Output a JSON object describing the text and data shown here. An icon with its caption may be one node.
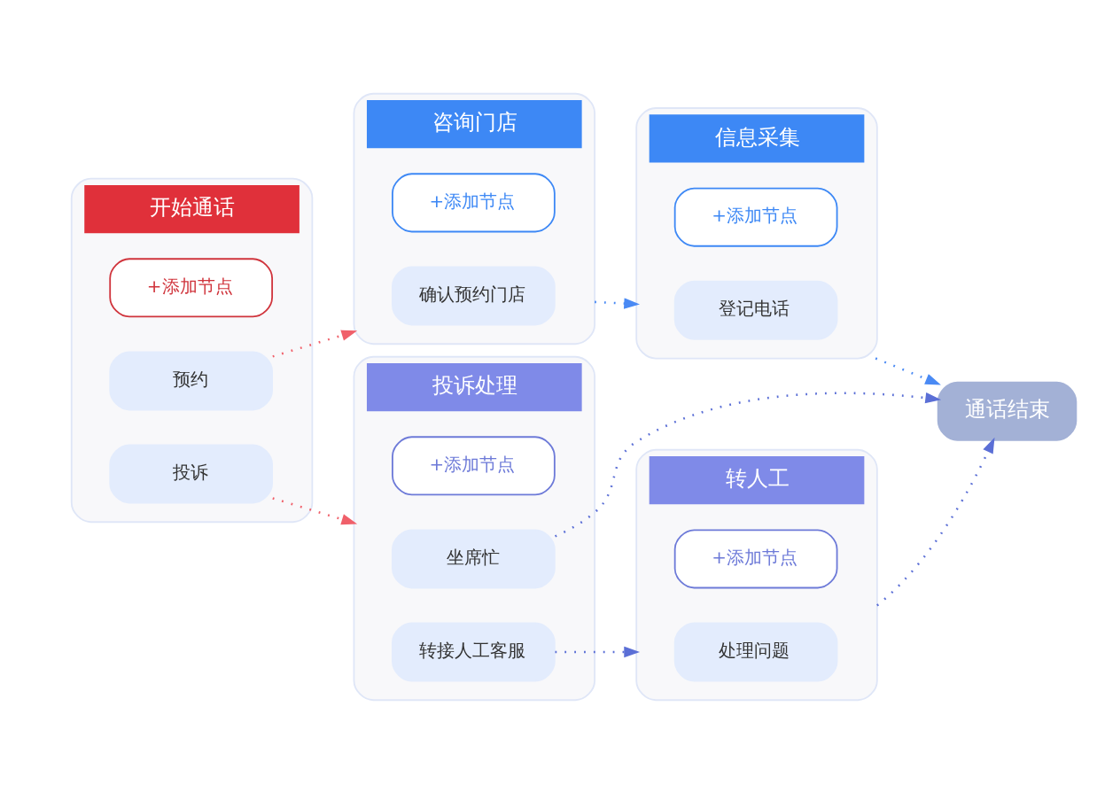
{
  "diagram": {
    "nodes": [
      {
        "text": [
          "开始通话"
        ]
      },
      {
        "text": [
          "预约"
        ],
        "in": 0
      },
      {
        "text": [
          "投诉"
        ],
        "in": 0
      },
      {
        "text": [
          "+添加节点"
        ],
        "in": 0
      },
      {
        "text": [
          "咨询门店"
        ]
      },
      {
        "text": [
          "确认预约门店"
        ],
        "in": 4
      },
      {
        "text": [
          "+添加节点"
        ],
        "in": 4
      },
      {
        "text": [
          "信息采集"
        ]
      },
      {
        "text": [
          "登记电话"
        ],
        "in": 7
      },
      {
        "text": [
          "+添加节点"
        ],
        "in": 7
      },
      {
        "text": [
          "投诉处理"
        ]
      },
      {
        "text": [
          "坐席忙"
        ],
        "in": 10
      },
      {
        "text": [
          "转接人工客服"
        ],
        "in": 10
      },
      {
        "text": [
          "+添加节点"
        ],
        "in": 10
      },
      {
        "text": [
          "转人工"
        ]
      },
      {
        "text": [
          "处理问题"
        ],
        "in": 14
      },
      {
        "text": [
          "+添加节点"
        ],
        "in": 14
      },
      {
        "text": [
          "通话结束"
        ]
      }
    ],
    "edges": [
      {
        "from": 1,
        "to": 4,
        "arrow": "to",
        "color": "#f0606a"
      },
      {
        "from": 2,
        "to": 10,
        "arrow": "to",
        "color": "#f0606a"
      },
      {
        "from": 4,
        "to": 7,
        "arrow": "to",
        "color": "#4a8af4"
      },
      {
        "from": 7,
        "to": 17,
        "arrow": "to",
        "color": "#4a8af4"
      },
      {
        "from": 11,
        "to": 17,
        "arrow": "to"
      },
      {
        "from": 12,
        "to": 14,
        "arrow": "to"
      },
      {
        "from": 14,
        "to": 17,
        "arrow": "to"
      }
    ]
  }
}
